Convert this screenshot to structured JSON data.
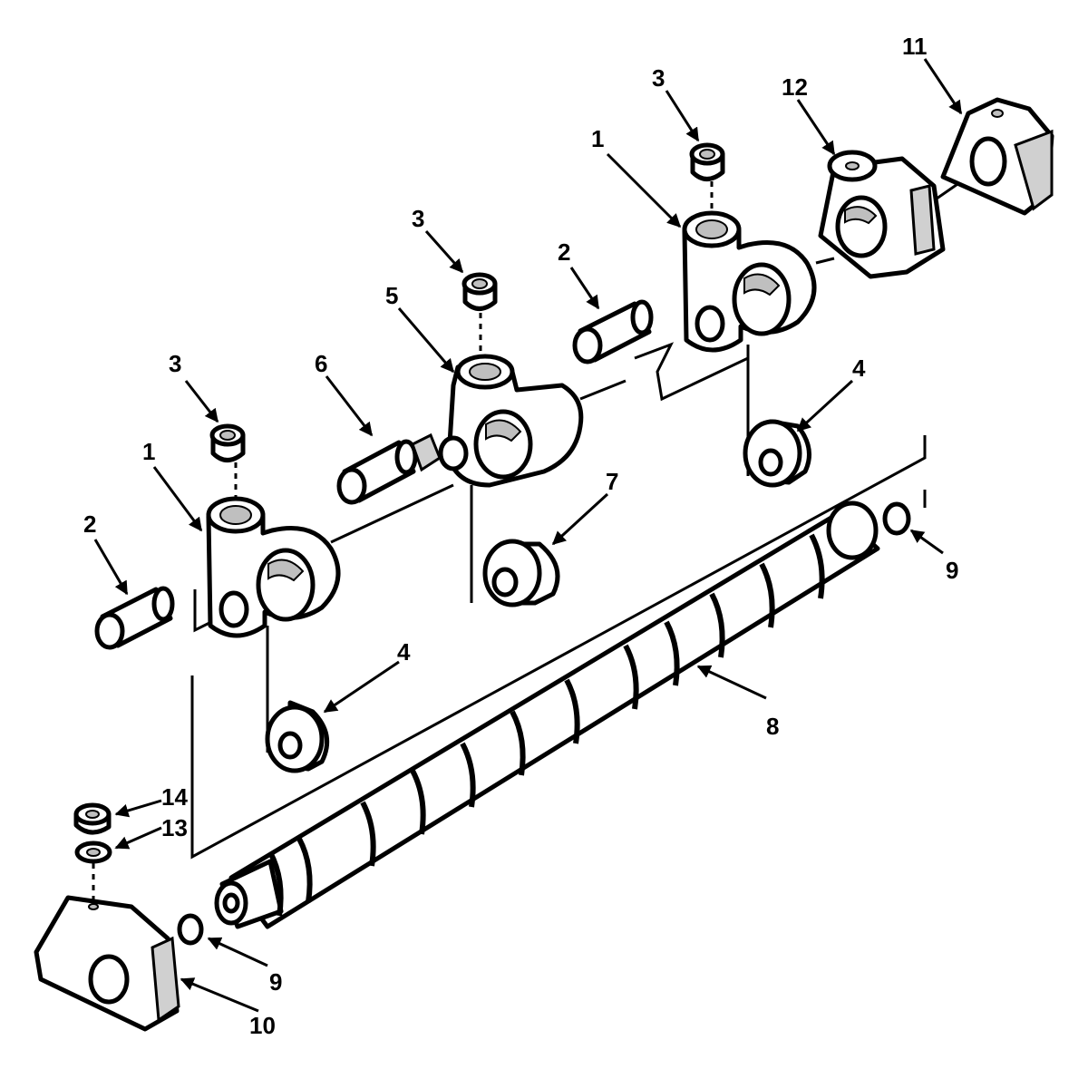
{
  "callouts": {
    "c1a": "1",
    "c1b": "1",
    "c2a": "2",
    "c2b": "2",
    "c3a": "3",
    "c3b": "3",
    "c3c": "3",
    "c4a": "4",
    "c4b": "4",
    "c5": "5",
    "c6": "6",
    "c7": "7",
    "c8": "8",
    "c9a": "9",
    "c9b": "9",
    "c10": "10",
    "c11": "11",
    "c12": "12",
    "c13": "13",
    "c14": "14"
  }
}
